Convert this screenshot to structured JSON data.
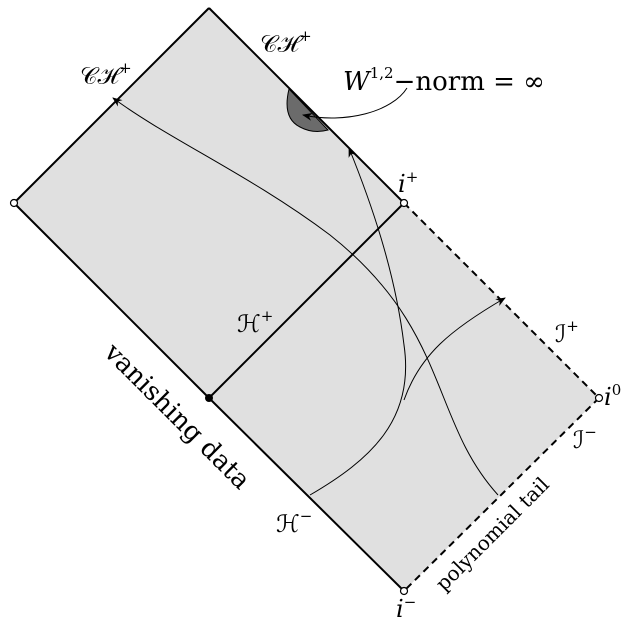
{
  "labels": {
    "ch_left": "𝒞ℋ",
    "ch_right": "𝒞ℋ",
    "plus": "+",
    "minus": "−",
    "h_plus": "ℋ",
    "h_minus": "ℋ",
    "i_plus": "i",
    "i_zero": "i",
    "zero": "0",
    "i_minus": "i",
    "scri_plus": "ℐ",
    "scri_minus": "ℐ",
    "w_norm_letter": "W",
    "w_norm_sup": "1,2",
    "w_norm_text": "−norm = ∞",
    "vanishing_data": "vanishing data",
    "polynomial_tail": "polynomial tail"
  },
  "colors": {
    "region_fill": "#e0e0e0",
    "blowup_fill": "#6b6b6b",
    "stroke": "#000000"
  }
}
